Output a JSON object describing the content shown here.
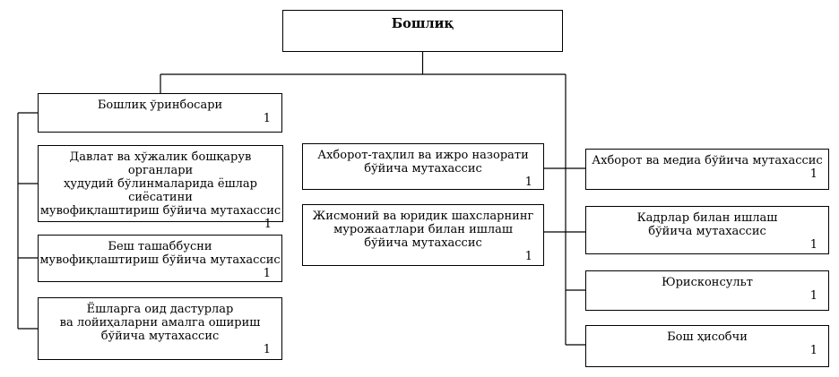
{
  "diagram": {
    "head": {
      "label": "Бошлиқ"
    },
    "left": [
      {
        "label": "Бошлиқ ўринбосари",
        "count": "1"
      },
      {
        "label": "Давлат ва хўжалик бошқарув органлари\nҳудудий бўлинмаларида ёшлар сиёсатини\nмувофиқлаштириш бўйича мутахассис",
        "count": "1"
      },
      {
        "label": "Беш ташаббусни\nмувофиқлаштириш бўйича мутахассис",
        "count": "1"
      },
      {
        "label": "Ёшларга оид дастурлар\nва лойиҳаларни амалга ошириш\nбўйича мутахассис",
        "count": "1"
      }
    ],
    "middle": [
      {
        "label": "Ахборот-таҳлил ва ижро назорати\nбўйича мутахассис",
        "count": "1"
      },
      {
        "label": "Жисмоний ва юридик шахсларнинг\nмурожаатлари билан ишлаш\nбўйича мутахассис",
        "count": "1"
      }
    ],
    "right": [
      {
        "label": "Ахборот ва медиа бўйича мутахассис",
        "count": "1"
      },
      {
        "label": "Кадрлар билан ишлаш\nбўйича мутахассис",
        "count": "1"
      },
      {
        "label": "Юрисконсульт",
        "count": "1"
      },
      {
        "label": "Бош ҳисобчи",
        "count": "1"
      }
    ],
    "colors": {
      "border": "#000000",
      "text": "#000000",
      "background": "#ffffff",
      "connector": "#000000"
    }
  }
}
